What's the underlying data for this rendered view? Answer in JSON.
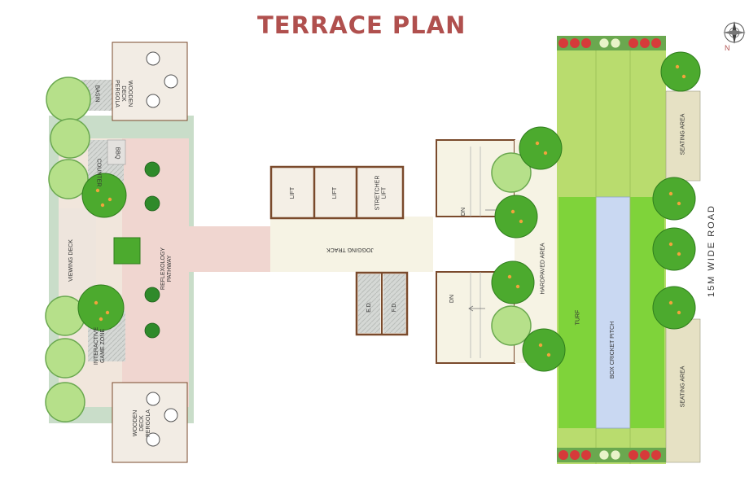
{
  "title": "TERRACE PLAN",
  "road_label": "15M WIDE ROAD",
  "labels": {
    "wooden_deck_pergola": "WOODEN DECK\nPERGOLA",
    "basin": "BASIN",
    "bbq": "BBQ",
    "counter": "COUNTER",
    "viewing_deck": "VIEWING DECK",
    "reflexology_pathway": "REFLEXOLOGY\nPATHWAY",
    "interactive_game_zone": "INTERACTIVE\nGAME ZONE",
    "lift_1": "LIFT",
    "lift_2": "LIFT",
    "stretcher_lift": "STRETCHER\nLIFT",
    "jogging_track": "JOGGING TRACK",
    "ed": "E.D.",
    "fd": "F.D.",
    "dn_top": "DN",
    "dn_bottom": "DN",
    "hardpaved_area": "HARDPAVED AREA",
    "turf": "TURF",
    "box_cricket_pitch": "BOX CRICKET PITCH",
    "seating_area_top": "SEATING AREA",
    "seating_area_bottom": "SEATING AREA"
  },
  "colors": {
    "title": "#b0504e",
    "turf_light": "#b9dc6e",
    "turf_bright": "#7fd33a",
    "pitch": "#c9d8f2",
    "floor": "#f1e6dc",
    "paving": "#f6f3e4",
    "core_wall": "#7a4a2c",
    "deck_green": "#c5dcc8",
    "seating": "#e6e1c4"
  },
  "icons": [
    "tree-icon",
    "shrub-icon",
    "flower-bed-icon",
    "chair-icon",
    "compass-icon"
  ]
}
